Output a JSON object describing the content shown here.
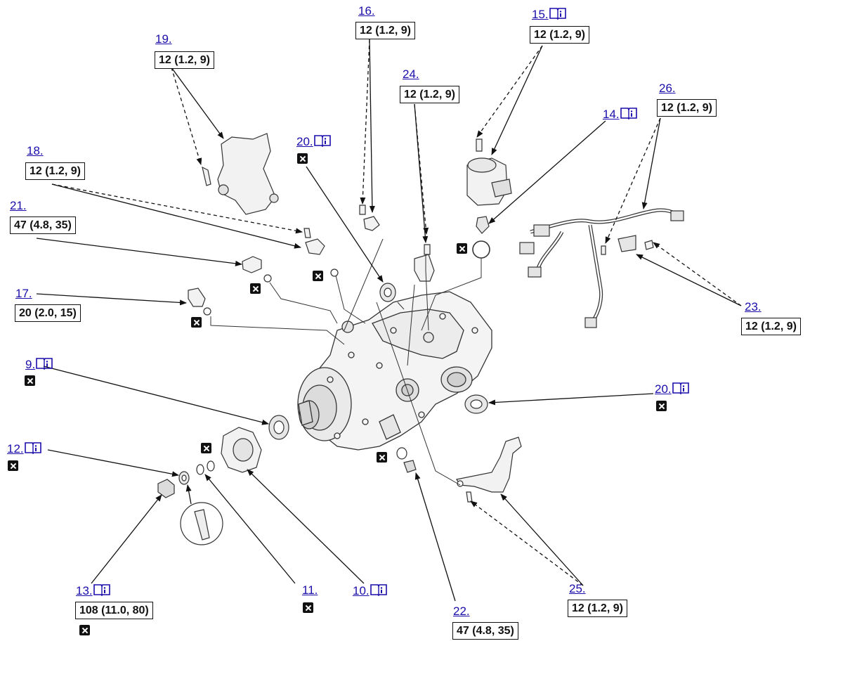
{
  "callouts": {
    "c9": {
      "ref": "9.",
      "has_manual": true,
      "replace": true
    },
    "c10": {
      "ref": "10.",
      "has_manual": true
    },
    "c11": {
      "ref": "11.",
      "replace": true
    },
    "c12": {
      "ref": "12.",
      "has_manual": true,
      "replace": true
    },
    "c13": {
      "ref": "13.",
      "has_manual": true,
      "torque": "108 (11.0, 80)",
      "replace": true
    },
    "c14": {
      "ref": "14.",
      "has_manual": true,
      "replace": true
    },
    "c15": {
      "ref": "15.",
      "has_manual": true,
      "torque": "12 (1.2, 9)"
    },
    "c16": {
      "ref": "16.",
      "torque": "12 (1.2, 9)"
    },
    "c17": {
      "ref": "17.",
      "torque": "20 (2.0, 15)",
      "replace": true
    },
    "c18": {
      "ref": "18.",
      "torque": "12 (1.2, 9)",
      "replace": true
    },
    "c19": {
      "ref": "19.",
      "torque": "12 (1.2, 9)"
    },
    "c20a": {
      "ref": "20.",
      "has_manual": true,
      "replace": true
    },
    "c20b": {
      "ref": "20.",
      "has_manual": true,
      "replace": true
    },
    "c21": {
      "ref": "21.",
      "torque": "47 (4.8, 35)",
      "replace": true
    },
    "c22": {
      "ref": "22.",
      "torque": "47 (4.8, 35)",
      "replace": true
    },
    "c23": {
      "ref": "23.",
      "torque": "12 (1.2, 9)"
    },
    "c24": {
      "ref": "24.",
      "torque": "12 (1.2, 9)"
    },
    "c25": {
      "ref": "25.",
      "torque": "12 (1.2, 9)"
    },
    "c26": {
      "ref": "26.",
      "torque": "12 (1.2, 9)"
    }
  },
  "colors": {
    "link": "#1a0dab",
    "line": "#111111",
    "part_stroke": "#333333",
    "part_fill": "#f2f2f2"
  },
  "icons": {
    "manual": "manual-book-icon",
    "replace": "replace-part-icon"
  }
}
